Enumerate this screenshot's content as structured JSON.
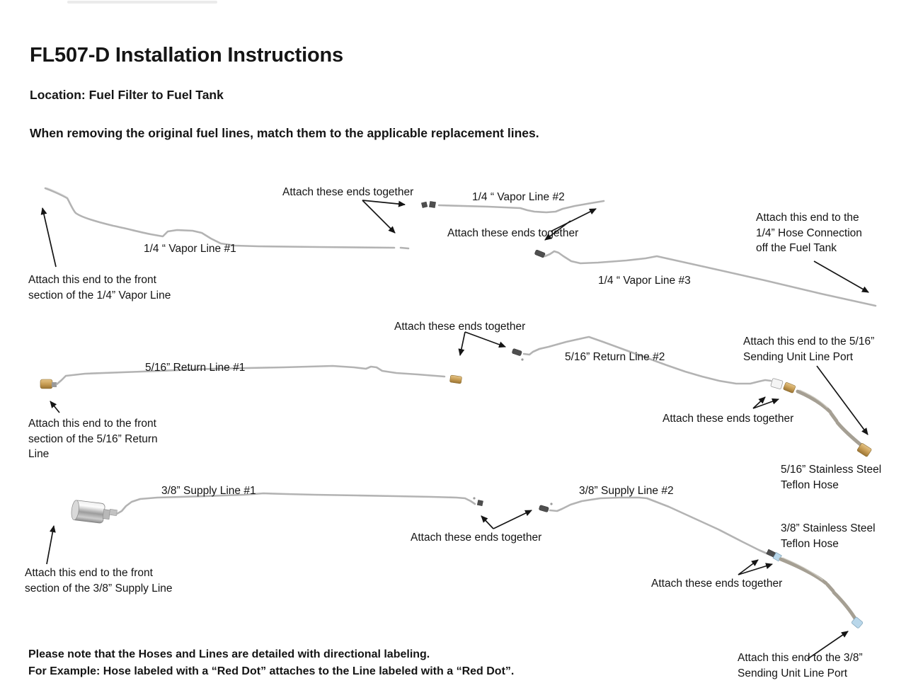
{
  "header": {
    "title": "FL507-D Installation Instructions",
    "location": "Location: Fuel Filter to Fuel Tank",
    "instruction": "When removing the original fuel lines, match them to the applicable replacement lines."
  },
  "labels": {
    "attach_vapor_mid": {
      "text": "Attach these ends together"
    },
    "vapor2": {
      "text": "1/4 “ Vapor Line #2"
    },
    "attach_vapor_right": {
      "text": "Attach these ends together"
    },
    "note_tank": {
      "text": "Attach this end to the\n1/4” Hose Connection\noff the Fuel Tank"
    },
    "vapor1": {
      "text": "1/4 “ Vapor Line #1"
    },
    "vapor3": {
      "text": "1/4 “ Vapor Line #3"
    },
    "note_vapor_front": {
      "text": "Attach this end  to the front\nsection of the 1/4” Vapor Line"
    },
    "attach_return_mid": {
      "text": "Attach these ends together"
    },
    "return2": {
      "text": "5/16” Return Line #2"
    },
    "note_sending_516": {
      "text": "Attach this end to the 5/16”\nSending Unit Line Port"
    },
    "return1": {
      "text": "5/16” Return Line #1"
    },
    "attach_return_right": {
      "text": "Attach these ends together"
    },
    "note_return_front": {
      "text": "Attach this end to the front\nsection of the 5/16” Return\nLine"
    },
    "hose516": {
      "text": "5/16” Stainless Steel\nTeflon Hose"
    },
    "supply1": {
      "text": "3/8” Supply Line #1"
    },
    "supply2": {
      "text": "3/8” Supply Line #2"
    },
    "hose38": {
      "text": "3/8” Stainless Steel\nTeflon Hose"
    },
    "attach_supply_mid": {
      "text": "Attach these ends together"
    },
    "note_supply_front": {
      "text": "Attach this end to the front\nsection of the 3/8” Supply Line"
    },
    "attach_supply_right": {
      "text": "Attach these ends together"
    },
    "note_sending_38": {
      "text": "Attach this end to the 3/8”\nSending Unit Line Port"
    }
  },
  "notes": {
    "line1": "Please note that the Hoses and Lines are detailed with directional labeling.",
    "line2": "For Example: Hose labeled with a “Red Dot” attaches to the Line labeled with a “Red Dot”."
  },
  "colors": {
    "line": "#b3b3b3",
    "hose": "#a59f93",
    "brass": "#c99e55",
    "band_blue": "#b9d7ea",
    "arrow": "#151515",
    "text": "#161616"
  }
}
